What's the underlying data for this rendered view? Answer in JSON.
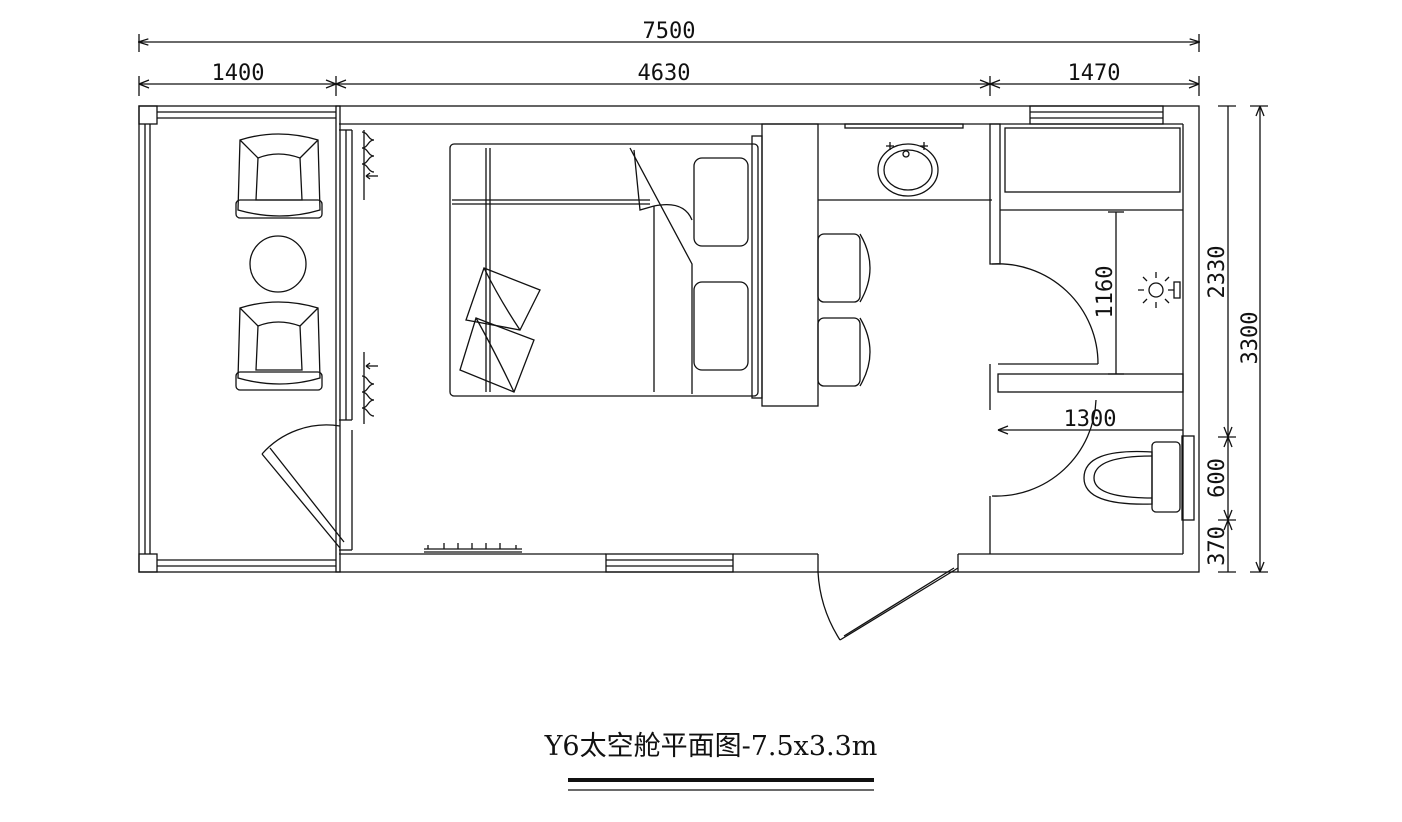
{
  "title": "Y6太空舱平面图-7.5x3.3m",
  "dimensions": {
    "total_length": "7500",
    "balcony_width": "1400",
    "bedroom_width": "4630",
    "bath_width": "1470",
    "total_depth": "3300",
    "bath_depth": "2330",
    "shower_depth": "1160",
    "toilet_zone_width": "1300",
    "toilet_depth": "600",
    "toilet_offset": "370"
  },
  "colors": {
    "line": "#111111",
    "background": "#ffffff"
  }
}
